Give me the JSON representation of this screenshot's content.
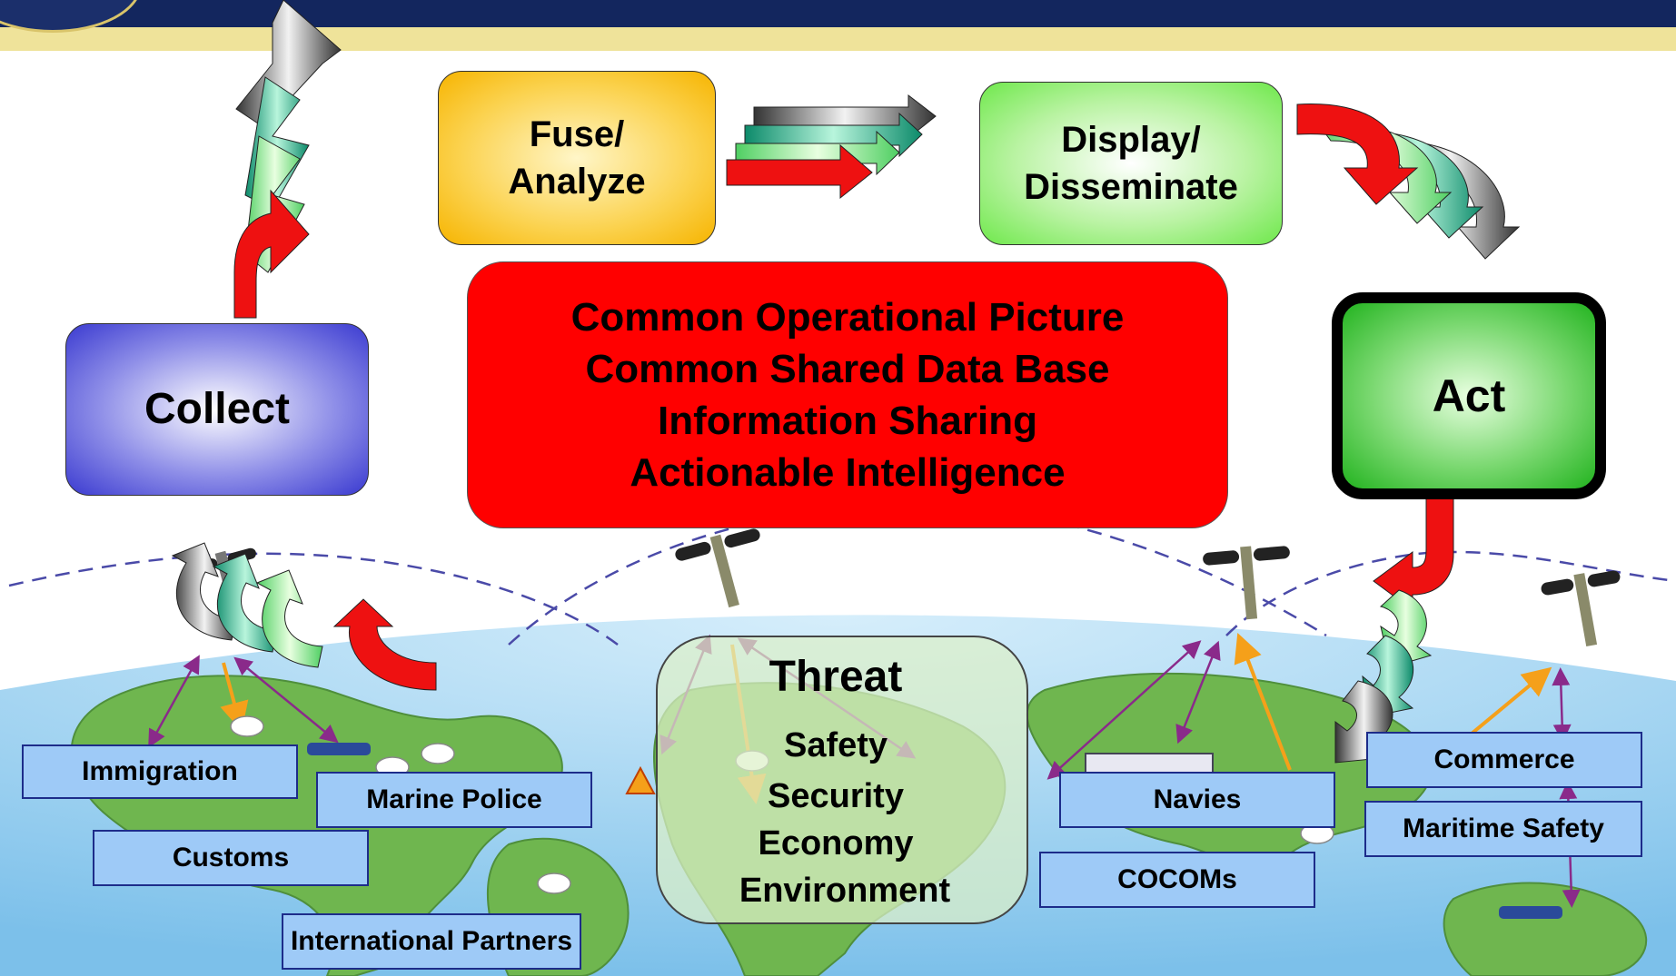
{
  "diagram": {
    "process": {
      "collect": "Collect",
      "fuse": "Fuse/\nAnalyze",
      "display": "Display/\nDisseminate",
      "act": "Act"
    },
    "center": {
      "line1": "Common Operational Picture",
      "line2": "Common Shared Data Base",
      "line3": "Information Sharing",
      "line4": "Actionable Intelligence"
    },
    "threat": {
      "title": "Threat",
      "items": [
        "Safety",
        "Security",
        "Economy",
        "Environment"
      ]
    },
    "agencies": {
      "immigration": "Immigration",
      "marine_police": "Marine Police",
      "customs": "Customs",
      "international_partners": "International Partners",
      "navies": "Navies",
      "cocoms": "COCOMs",
      "commerce": "Commerce",
      "maritime_safety": "Maritime Safety"
    }
  },
  "colors": {
    "header": "#13265e",
    "header_band": "#efe39a",
    "center_box": "#ff0000",
    "label_fill": "#9ecaf7",
    "label_border": "#1d2c8a",
    "ocean": "#8cc8ec",
    "land": "#6fb64f"
  }
}
